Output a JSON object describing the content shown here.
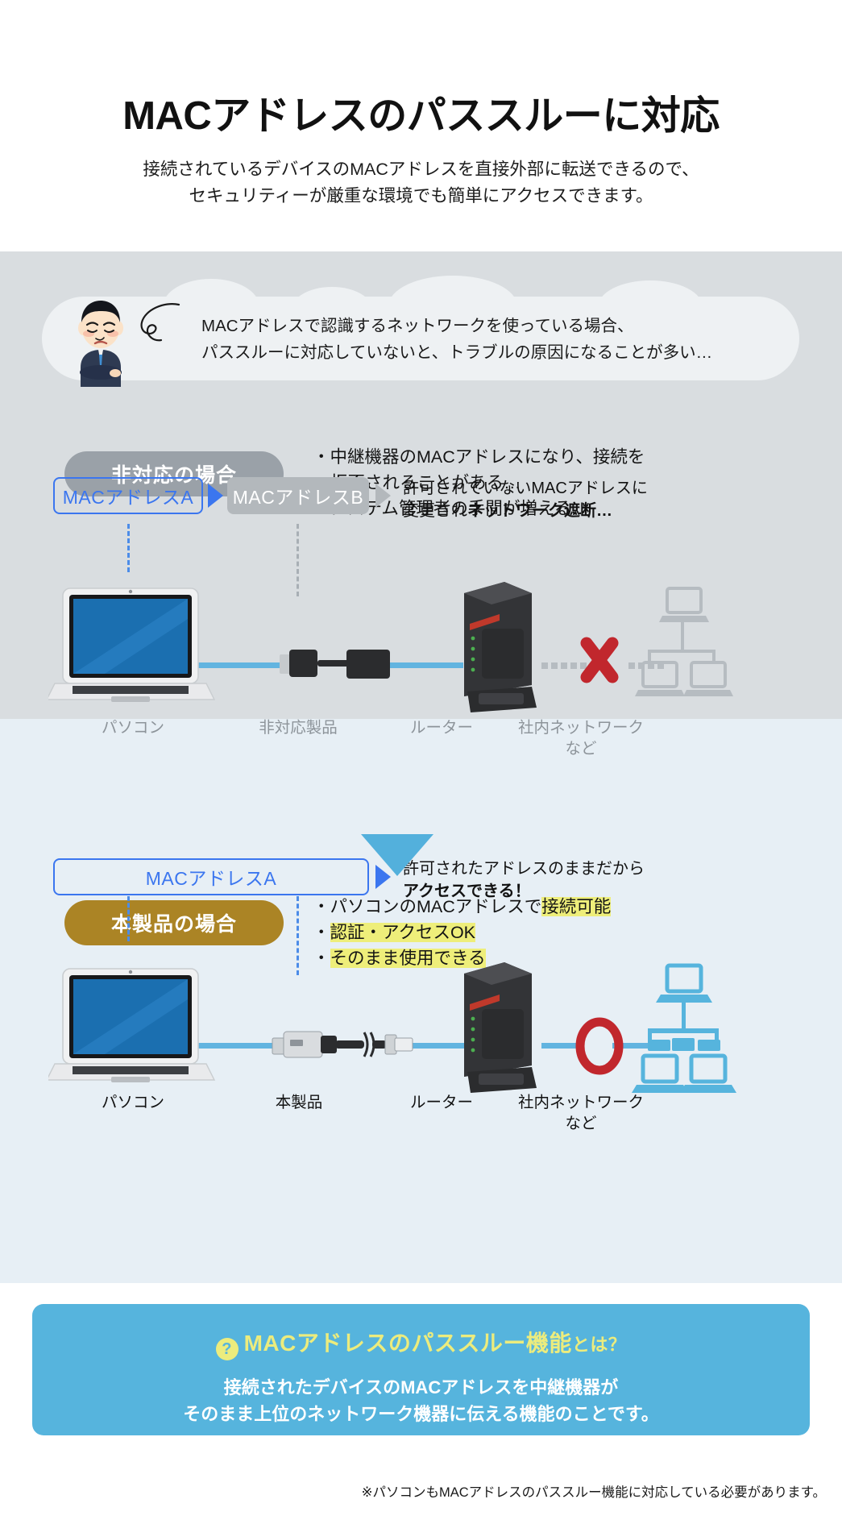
{
  "header": {
    "title": "MACアドレスのパススルーに対応",
    "subtitle_line1": "接続されているデバイスのMACアドレスを直接外部に転送できるので、",
    "subtitle_line2": "セキュリティーが厳重な環境でも簡単にアクセスできます。"
  },
  "speech": {
    "line1": "MACアドレスで認識するネットワークを使っている場合、",
    "line2": "パススルーに対応していないと、トラブルの原因になることが多い…",
    "avatar_name": "troubled-businessman"
  },
  "unsupported": {
    "badge": "非対応の場合",
    "bullets": [
      {
        "text": "・中継機器のMACアドレスになり、接続を",
        "indent": false
      },
      {
        "text": "拒否されることがある…",
        "indent": true
      },
      {
        "text": "・システム管理者の手間が増える…",
        "indent": false
      }
    ],
    "mac_a": "MACアドレスA",
    "mac_b": "MACアドレスB",
    "result_line1": "許可されていないMACアドレスに",
    "result_line2_normal": "変更され",
    "result_line2_bold": "ネットワーク遮断…",
    "labels": {
      "pc": "パソコン",
      "product": "非対応製品",
      "router": "ルーター",
      "network_line1": "社内ネットワーク",
      "network_line2": "など"
    }
  },
  "supported": {
    "badge": "本製品の場合",
    "bullets": [
      {
        "plain": "・パソコンのMACアドレスで",
        "highlight": "接続可能"
      },
      {
        "plain": "・",
        "highlight": "認証・アクセスOK"
      },
      {
        "plain": "・",
        "highlight": "そのまま使用できる"
      }
    ],
    "mac_a": "MACアドレスA",
    "result_line1": "許可されたアドレスのままだから",
    "result_line2_bold": "アクセスできる！",
    "labels": {
      "pc": "パソコン",
      "product": "本製品",
      "router": "ルーター",
      "network_line1": "社内ネットワーク",
      "network_line2": "など"
    }
  },
  "infobox": {
    "title_main": "MACアドレスのパススルー機能",
    "title_small": "とは？",
    "icon": "question-mark-icon",
    "body_line1": "接続されたデバイスのMACアドレスを中継機器が",
    "body_line2": "そのまま上位のネットワーク機器に伝える機能のことです。"
  },
  "footnote": "※パソコンもMACアドレスのパススルー機能に対応している必要があります。",
  "colors": {
    "gray_panel": "#d9dde0",
    "blue_panel": "#e7eff5",
    "accent_blue": "#3b76ef",
    "gold": "#ab8425",
    "highlight_yellow": "#eeee7a",
    "info_blue": "#56b4dd",
    "info_yellow": "#ecec7d",
    "error_red": "#c1272d",
    "wire_blue": "#62b4e0"
  }
}
